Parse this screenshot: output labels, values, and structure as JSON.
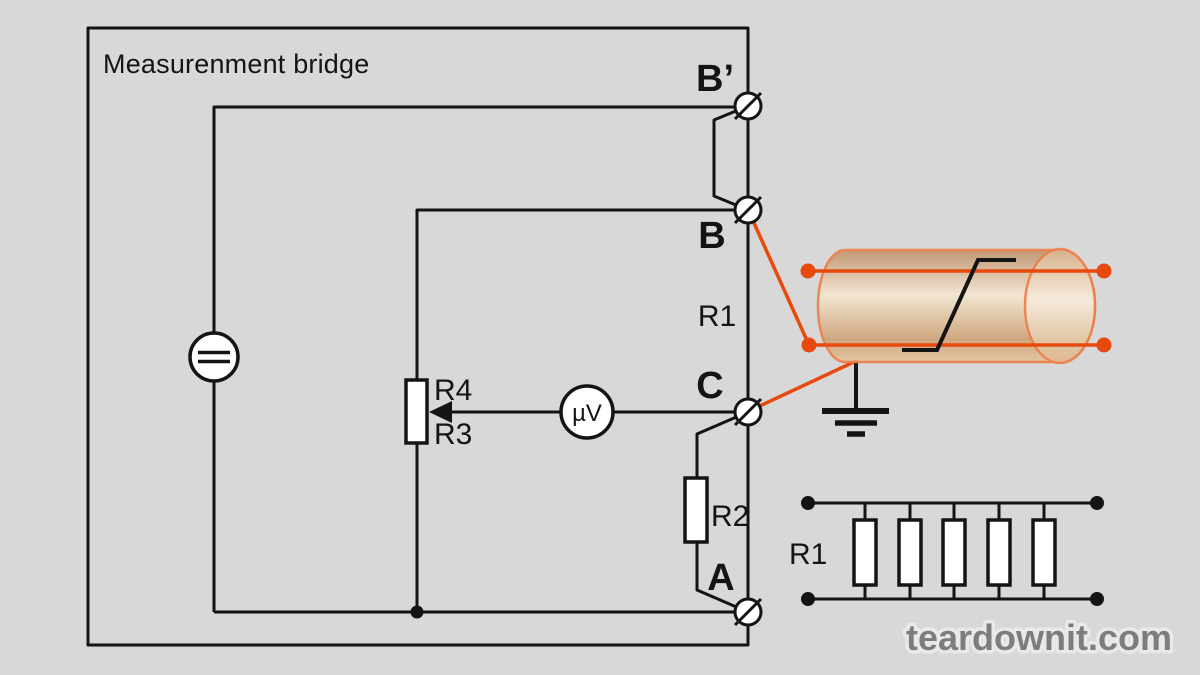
{
  "title": "Measurenment bridge",
  "watermark": "teardownit.com",
  "terminals": {
    "b_prime": "B’",
    "b": "B",
    "c": "C",
    "a": "A"
  },
  "components": {
    "r1_bridge": "R1",
    "r2": "R2",
    "r3": "R3",
    "r4": "R4",
    "meter": "µV",
    "r1_bank": "R1"
  },
  "colors": {
    "bg": "#d8d8d8",
    "ink": "#141414",
    "white": "#ffffff",
    "orange": "#e8490e",
    "cylStroke": "#ee7f4b",
    "cylDark": "#c1946c",
    "cylMid": "#f4e7d2",
    "cylLow": "#cfa478",
    "cylRim": "#e3c6a2",
    "faceDark": "#d8b48e",
    "faceMid": "#f6ecdc",
    "faceLow": "#dcb890",
    "watermark": "#7d7d7d",
    "watermarkGlow": "#e9e9e9"
  }
}
